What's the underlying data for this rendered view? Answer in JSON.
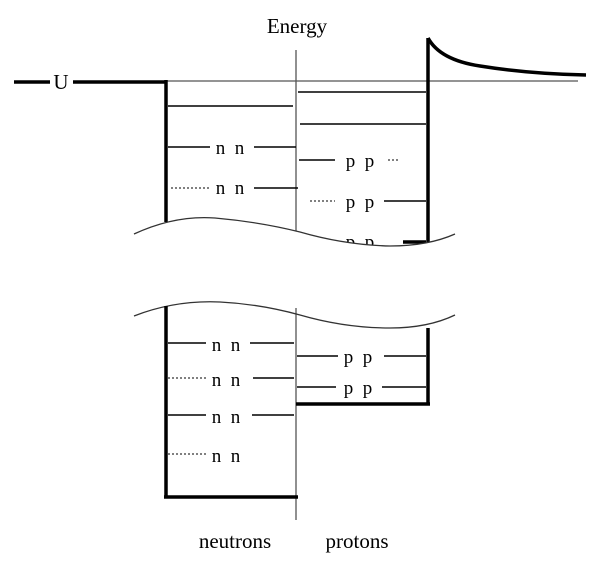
{
  "diagram": {
    "title": "Nuclear potential wells for neutrons and protons",
    "axis_label": "Energy",
    "potential_label": "U",
    "columns": {
      "neutrons": "neutrons",
      "protons": "protons"
    },
    "upper_section": {
      "neutron_levels": [
        {
          "label": "",
          "style": "solid"
        },
        {
          "label": "n  n",
          "style": "solid"
        },
        {
          "label": "n  n",
          "style": "dotted-left"
        }
      ],
      "proton_levels": [
        {
          "label": "",
          "style": "solid"
        },
        {
          "label": "",
          "style": "solid"
        },
        {
          "label": "p  p",
          "style": "dotted-right"
        },
        {
          "label": "p  p",
          "style": "dotted-left"
        },
        {
          "label": "p  p",
          "style": "cut-off"
        }
      ]
    },
    "lower_section": {
      "neutron_levels": [
        {
          "label": "n  n",
          "style": "solid"
        },
        {
          "label": "n  n",
          "style": "dotted-left"
        },
        {
          "label": "n  n",
          "style": "solid"
        },
        {
          "label": "n  n",
          "style": "dotted-left"
        }
      ],
      "proton_levels": [
        {
          "label": "p  p",
          "style": "solid"
        },
        {
          "label": "p  p",
          "style": "solid"
        }
      ]
    },
    "features": [
      "coulomb-barrier",
      "axis-break"
    ]
  }
}
